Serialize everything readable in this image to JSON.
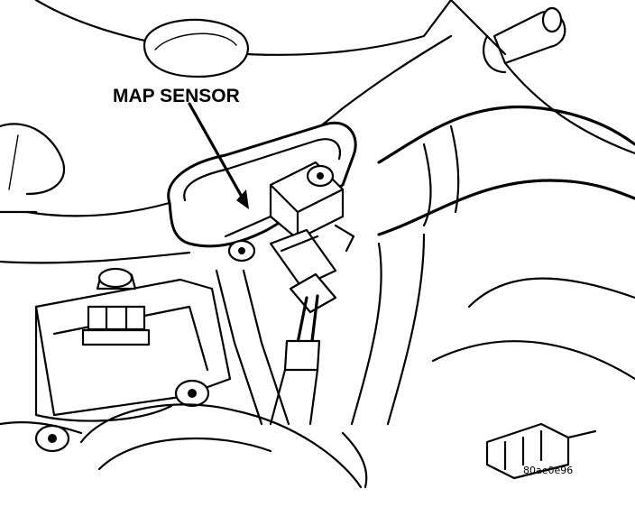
{
  "diagram": {
    "callout_label": "MAP SENSOR",
    "figure_id": "80ae0e96",
    "colors": {
      "ink": "#000000",
      "paper": "#ffffff"
    },
    "parts": [
      "map-sensor",
      "intake-manifold-plenum",
      "mounting-bolts",
      "electrical-connector",
      "vacuum-hose",
      "throttle-body-housing"
    ]
  }
}
